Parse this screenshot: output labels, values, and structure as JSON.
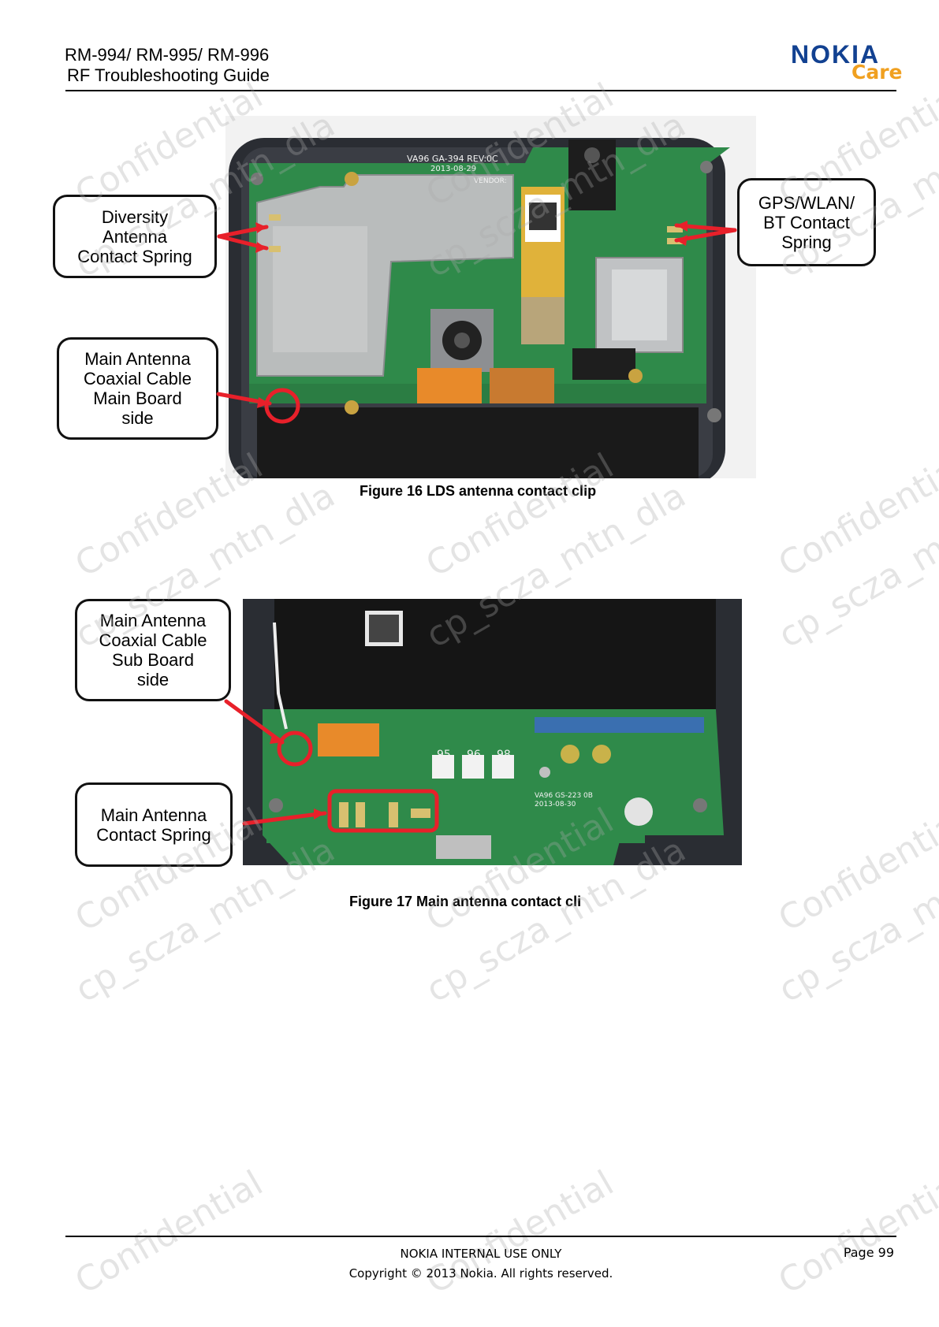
{
  "header": {
    "title_line1": "RM-994/ RM-995/ RM-996",
    "title_line2": "RF Troubleshooting Guide",
    "logo_brand": "NOKIA",
    "logo_sub": "Care"
  },
  "watermark": {
    "text1": "Confidential",
    "text2": "cp_scza_mtn_dla"
  },
  "figure16": {
    "caption": "Figure 16  LDS antenna contact clip",
    "callouts": {
      "diversity": "Diversity\nAntenna\nContact Spring",
      "gps": "GPS/WLAN/\nBT Contact\nSpring",
      "main_coax_main": "Main Antenna\nCoaxial Cable\nMain Board\nside"
    },
    "board_text": {
      "va96": "VA96 GA-394 REV:0C",
      "date": "2013-08-29",
      "vendor": "VENDOR:"
    }
  },
  "figure17": {
    "caption": "Figure 17  Main antenna contact cli",
    "callouts": {
      "main_coax_sub": "Main Antenna\nCoaxial Cable\nSub Board\nside",
      "main_spring": "Main Antenna\nContact Spring"
    },
    "board_text": {
      "n95": "95",
      "n96": "96",
      "n98": "98",
      "va96": "VA96  GS-223  0B",
      "date": "2013-08-30"
    }
  },
  "footer": {
    "line1": "NOKIA INTERNAL USE ONLY",
    "line2": "Copyright © 2013 Nokia. All rights reserved.",
    "page": "Page 99"
  },
  "colors": {
    "nokia_blue": "#124191",
    "care_orange": "#f0a020",
    "arrow_red": "#e8202a",
    "pcb_green": "#2f8a4a"
  }
}
